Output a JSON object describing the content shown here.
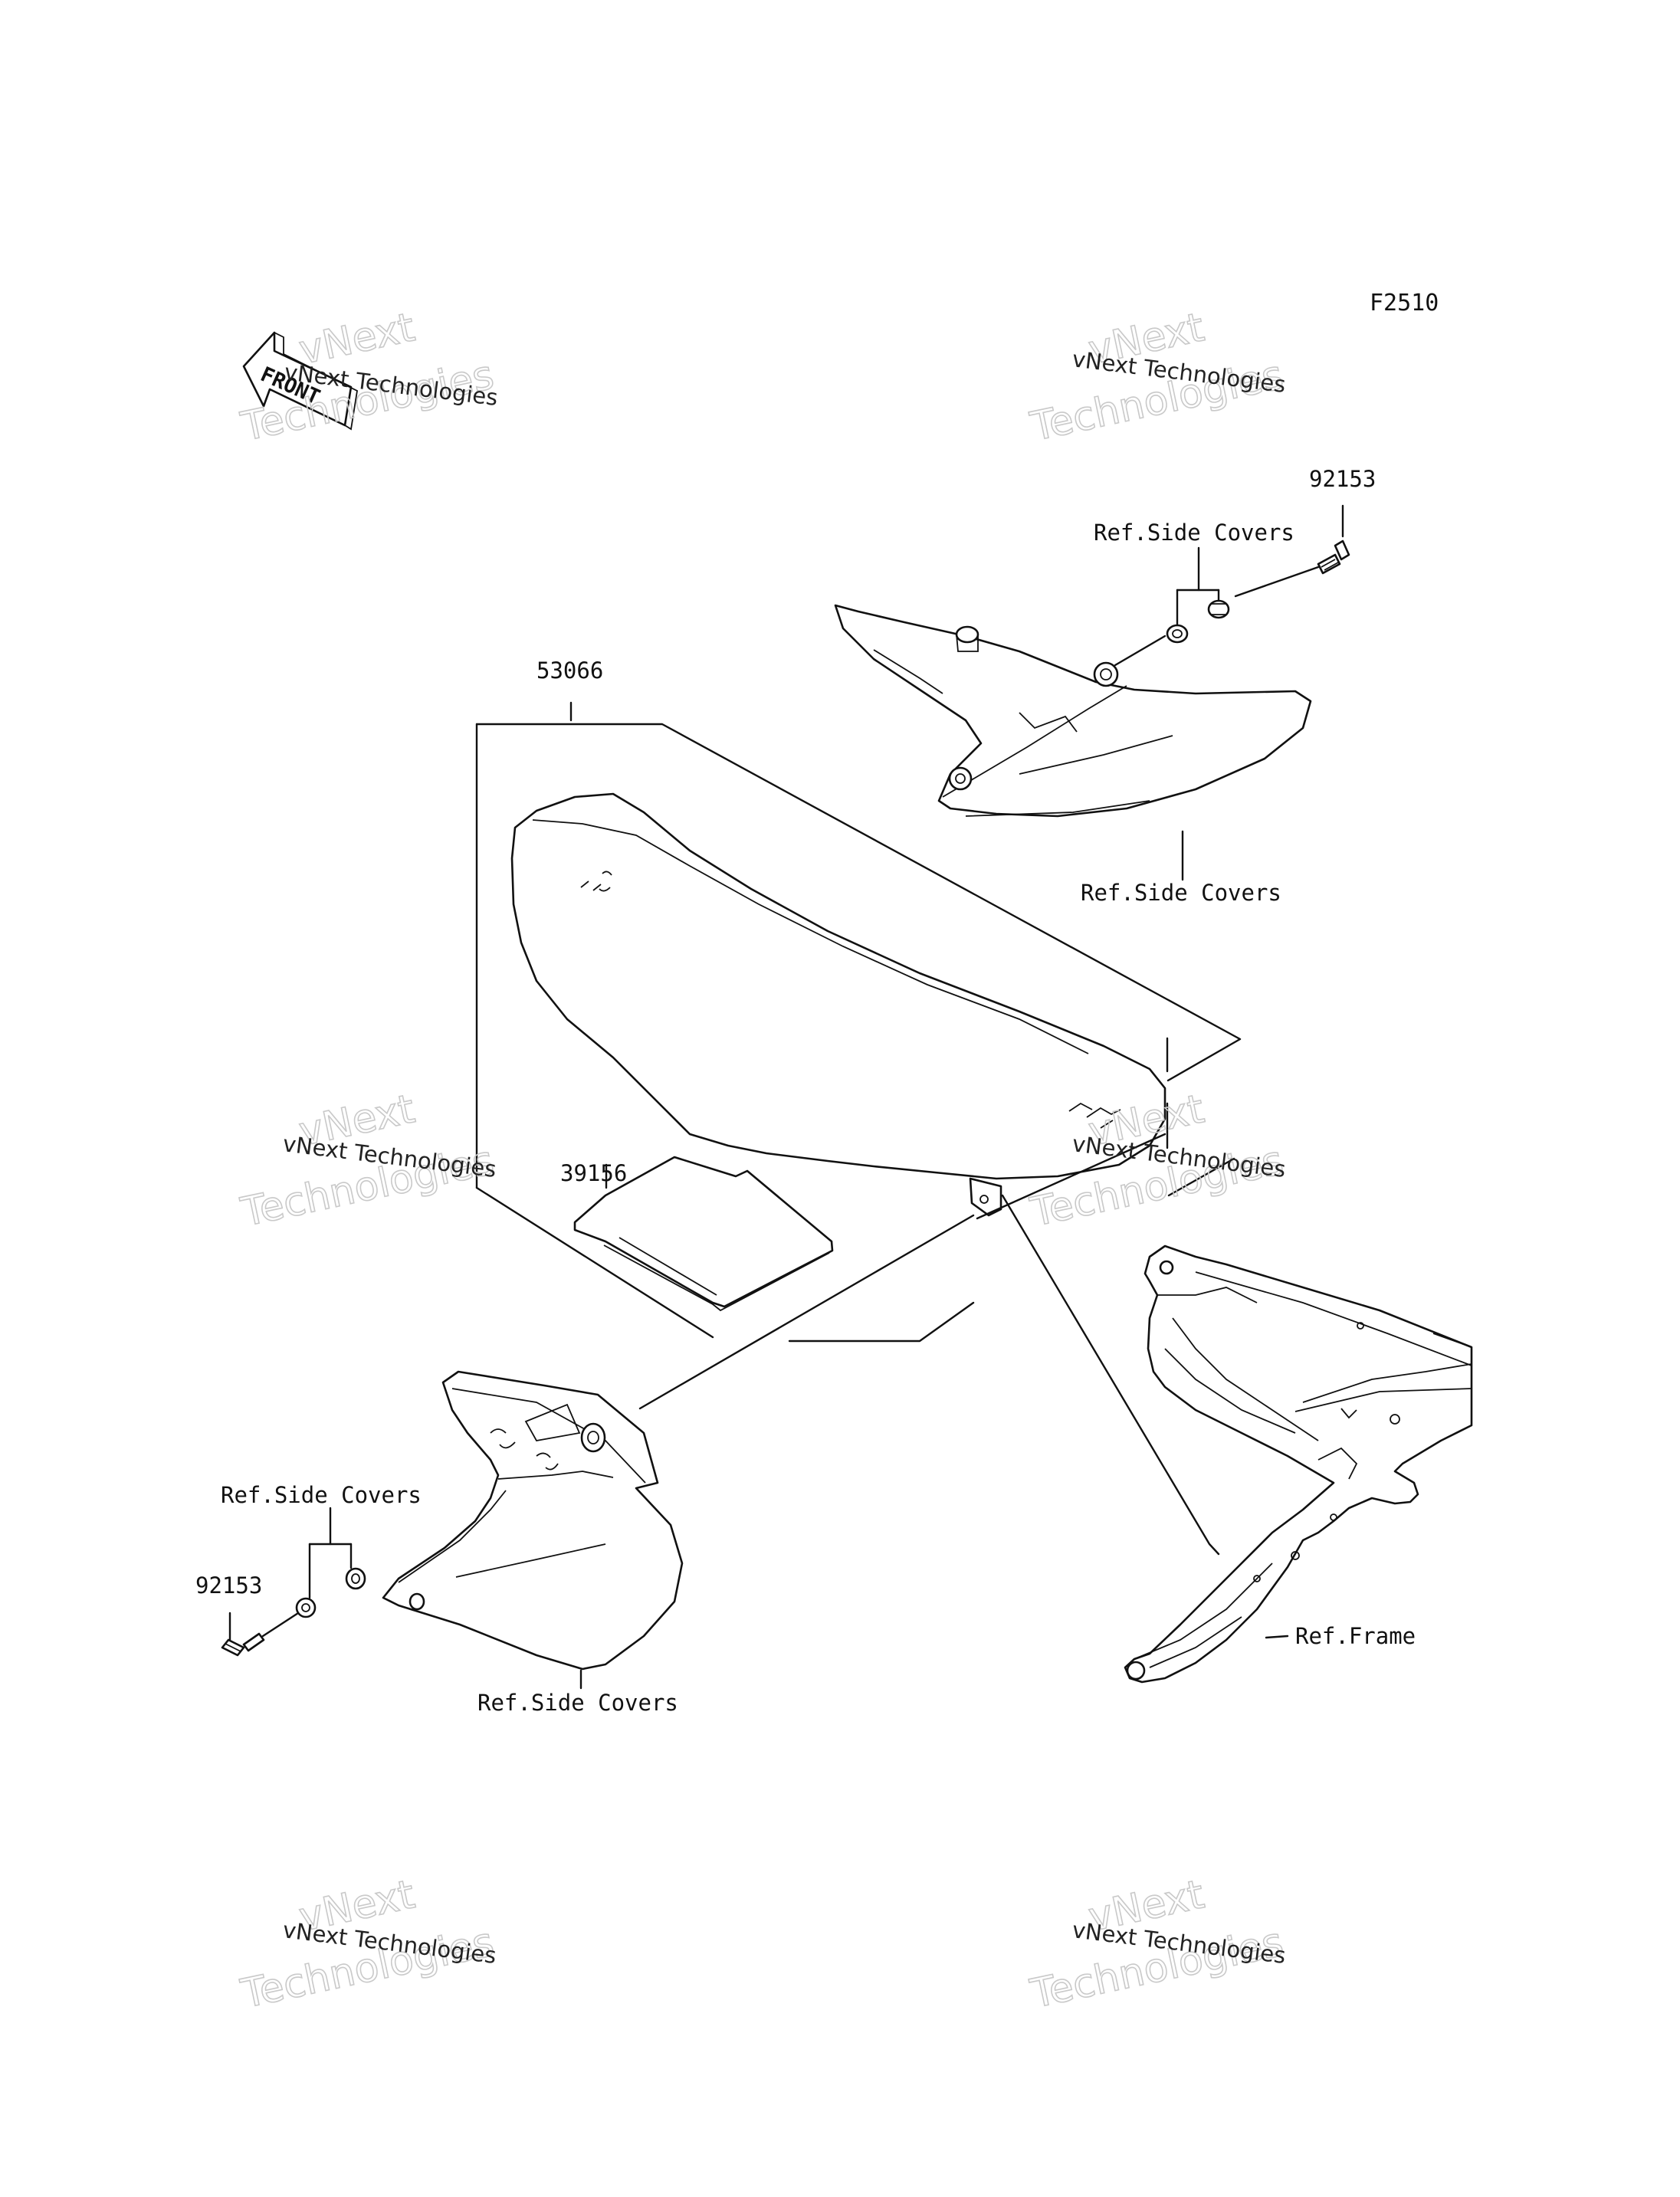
{
  "figure_code": "F2510",
  "watermark": {
    "small_text": "vNext Technologies",
    "big_line1": "vNext",
    "big_line2": "Technologies"
  },
  "front_arrow": {
    "label": "FRONT"
  },
  "parts": {
    "seat": {
      "number": "53066"
    },
    "pad": {
      "number": "39156"
    },
    "bolt_upper": {
      "number": "92153"
    },
    "bolt_lower": {
      "number": "92153"
    }
  },
  "references": {
    "side_covers_upper_collars": "Ref.Side Covers",
    "side_covers_upper_panel": "Ref.Side Covers",
    "side_covers_lower_collars": "Ref.Side Covers",
    "side_covers_lower_panel": "Ref.Side Covers",
    "frame": "Ref.Frame"
  }
}
